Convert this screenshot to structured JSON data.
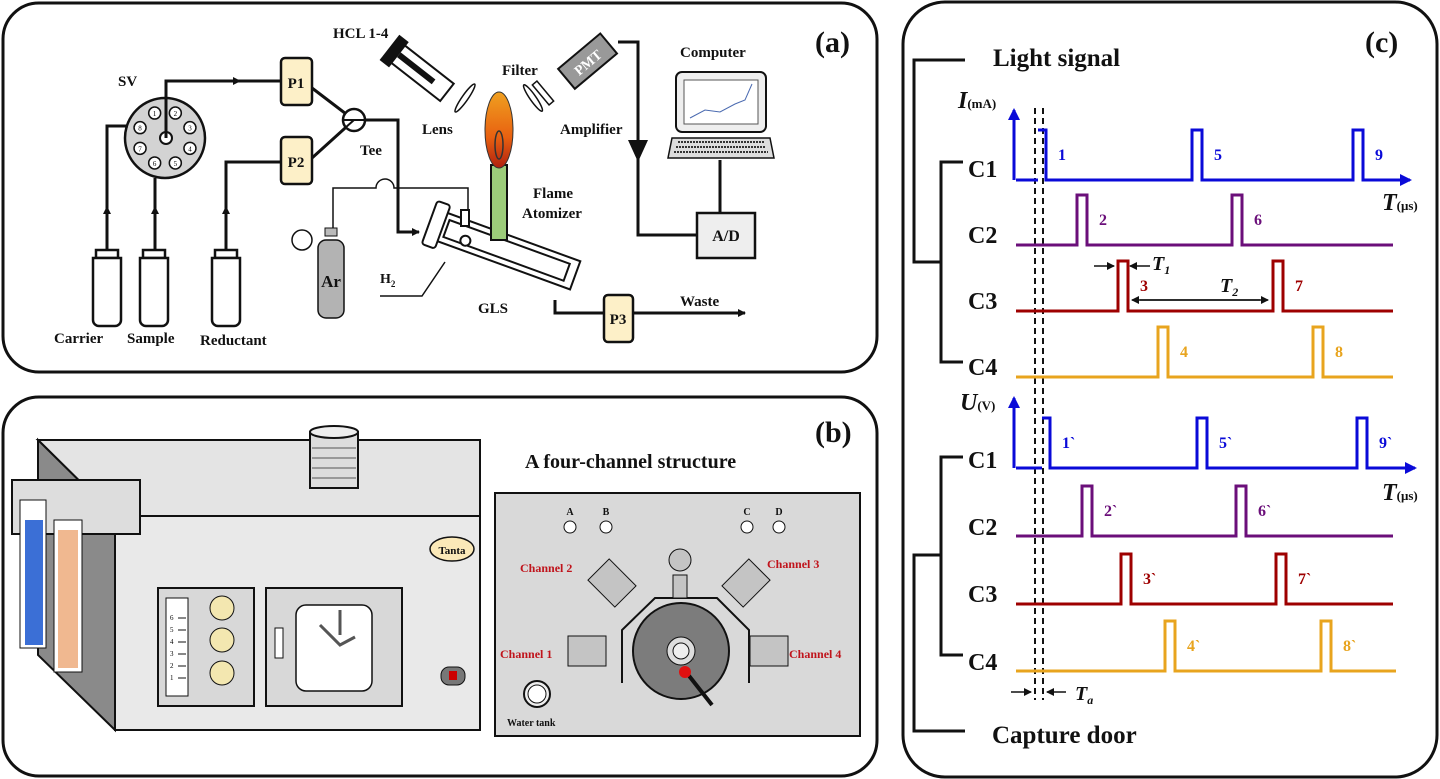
{
  "panel_a": {
    "tag": "(a)",
    "labels": {
      "sv": "SV",
      "p1": "P1",
      "p2": "P2",
      "p3": "P3",
      "tee": "Tee",
      "hcl": "HCL 1-4",
      "lens": "Lens",
      "filter": "Filter",
      "pmt": "PMT",
      "amplifier": "Amplifier",
      "computer": "Computer",
      "ad": "A/D",
      "flame1": "Flame",
      "flame2": "Atomizer",
      "ar": "Ar",
      "h2": "H",
      "h2_sub": "2",
      "gls": "GLS",
      "waste": "Waste",
      "carrier": "Carrier",
      "sample": "Sample",
      "reductant": "Reductant"
    },
    "sv_ports": [
      "1",
      "2",
      "3",
      "4",
      "5",
      "6",
      "7",
      "8"
    ]
  },
  "panel_b": {
    "tag": "(b)",
    "title": "A four-channel structure",
    "brand": "Tanta",
    "ports": [
      "A",
      "B",
      "C",
      "D"
    ],
    "channels": [
      "Channel 1",
      "Channel 2",
      "Channel 3",
      "Channel 4"
    ],
    "water_tank": "Water tank",
    "scale_marks": [
      "6",
      "5",
      "4",
      "3",
      "2",
      "1"
    ]
  },
  "panel_c": {
    "tag": "(c)",
    "light_signal": "Light signal",
    "capture_door": "Capture door",
    "i_axis": "I",
    "i_unit": "(mA)",
    "u_axis": "U",
    "u_unit": "(V)",
    "t_axis": "T",
    "t_unit": "(μs)",
    "t1": "T",
    "t1_sub": "1",
    "t2": "T",
    "t2_sub": "2",
    "ta": "T",
    "ta_sub": "a",
    "channels_top": [
      "C1",
      "C2",
      "C3",
      "C4"
    ],
    "channels_bottom": [
      "C1",
      "C2",
      "C3",
      "C4"
    ],
    "pulse_labels_top": [
      [
        "1",
        "5",
        "9"
      ],
      [
        "2",
        "6"
      ],
      [
        "3",
        "7"
      ],
      [
        "4",
        "8"
      ]
    ],
    "pulse_labels_bottom": [
      [
        "1`",
        "5`",
        "9`"
      ],
      [
        "2`",
        "6`"
      ],
      [
        "3`",
        "7`"
      ],
      [
        "4`",
        "8`"
      ]
    ],
    "colors": [
      "#0a0ad8",
      "#6b0f7a",
      "#9e0000",
      "#e8a41e"
    ]
  }
}
